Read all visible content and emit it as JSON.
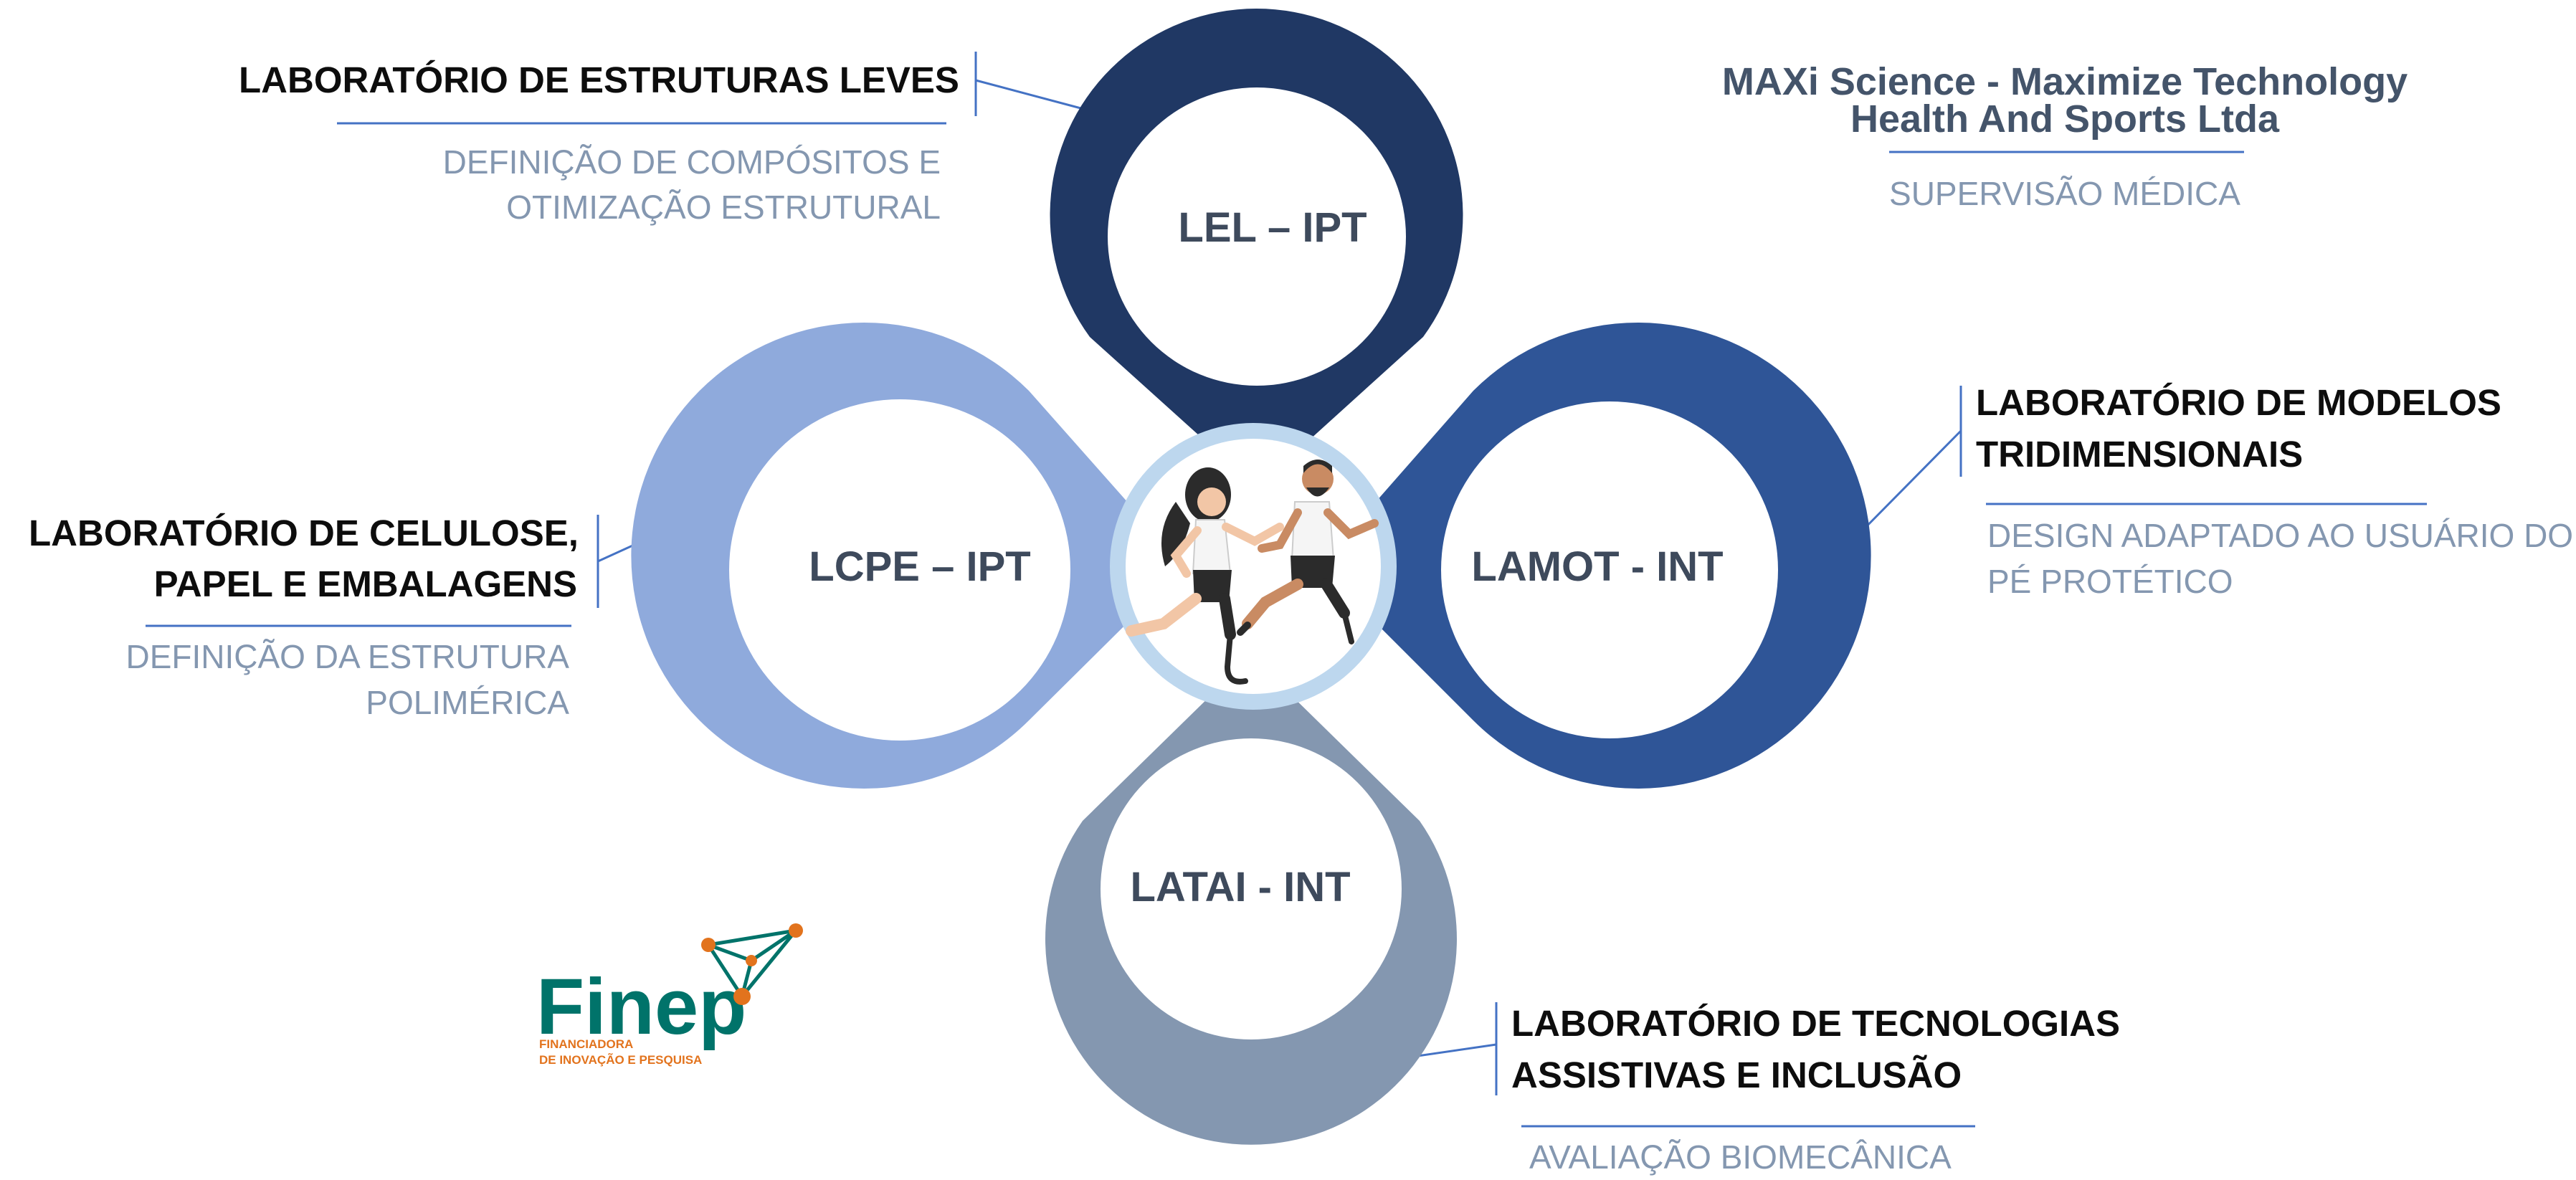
{
  "colors": {
    "top_lel": "#203864",
    "left_lcpe": "#8faadc",
    "right_lamot": "#2f5597",
    "bottom_latai": "#8497b0",
    "center_ring": "#bdd7ee",
    "connector_line": "#4472c4",
    "title_text": "#0d0d0d",
    "sub_text": "#8497b0",
    "finep_green": "#00736a",
    "finep_orange": "#e2731d"
  },
  "nodes": {
    "lel": {
      "label": "LEL – IPT"
    },
    "lcpe": {
      "label": "LCPE – IPT"
    },
    "lamot": {
      "label": "LAMOT - INT"
    },
    "latai": {
      "label": "LATAI - INT"
    }
  },
  "center": {
    "icon": "runners-with-prosthetic-legs-icon"
  },
  "labels": {
    "lel": {
      "title": "LABORATÓRIO DE ESTRUTURAS LEVES",
      "sub1": "DEFINIÇÃO DE COMPÓSITOS E",
      "sub2": "OTIMIZAÇÃO ESTRUTURAL"
    },
    "lcpe": {
      "title1": "LABORATÓRIO DE CELULOSE,",
      "title2": "PAPEL E EMBALAGENS",
      "sub1": "DEFINIÇÃO DA ESTRUTURA",
      "sub2": "POLIMÉRICA"
    },
    "lamot": {
      "title1": "LABORATÓRIO DE MODELOS",
      "title2": "TRIDIMENSIONAIS",
      "sub1": "DESIGN ADAPTADO AO USUÁRIO DO",
      "sub2": "PÉ PROTÉTICO"
    },
    "latai": {
      "title1": "LABORATÓRIO DE TECNOLOGIAS",
      "title2": "ASSISTIVAS E INCLUSÃO",
      "sub": "AVALIAÇÃO BIOMECÂNICA"
    },
    "maxi": {
      "line1": "MAXi Science - Maximize Technology",
      "line2": "Health And Sports Ltda",
      "sub": "SUPERVISÃO MÉDICA"
    }
  },
  "logo": {
    "word": "Finep",
    "line1": "FINANCIADORA",
    "line2": "DE INOVAÇÃO E PESQUISA"
  }
}
